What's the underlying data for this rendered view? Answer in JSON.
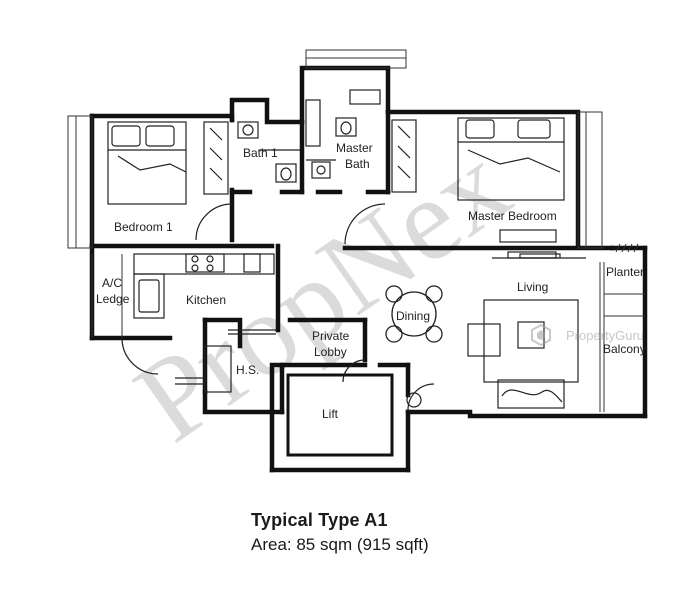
{
  "rooms": {
    "bedroom1": "Bedroom 1",
    "bath1": "Bath 1",
    "master_bath": "Master\nBath",
    "master_bedroom": "Master Bedroom",
    "ac_ledge": "A/C\nLedge",
    "kitchen": "Kitchen",
    "living": "Living",
    "planter": "Planter",
    "dining": "Dining",
    "private_lobby": "Private\nLobby",
    "balcony": "Balcony",
    "hs": "H.S.",
    "lift": "Lift"
  },
  "watermarks": {
    "main": "PropNex",
    "portal": "PropertyGuru"
  },
  "caption": {
    "title": "Typical Type A1",
    "area": "Area: 85 sqm (915 sqft)"
  }
}
